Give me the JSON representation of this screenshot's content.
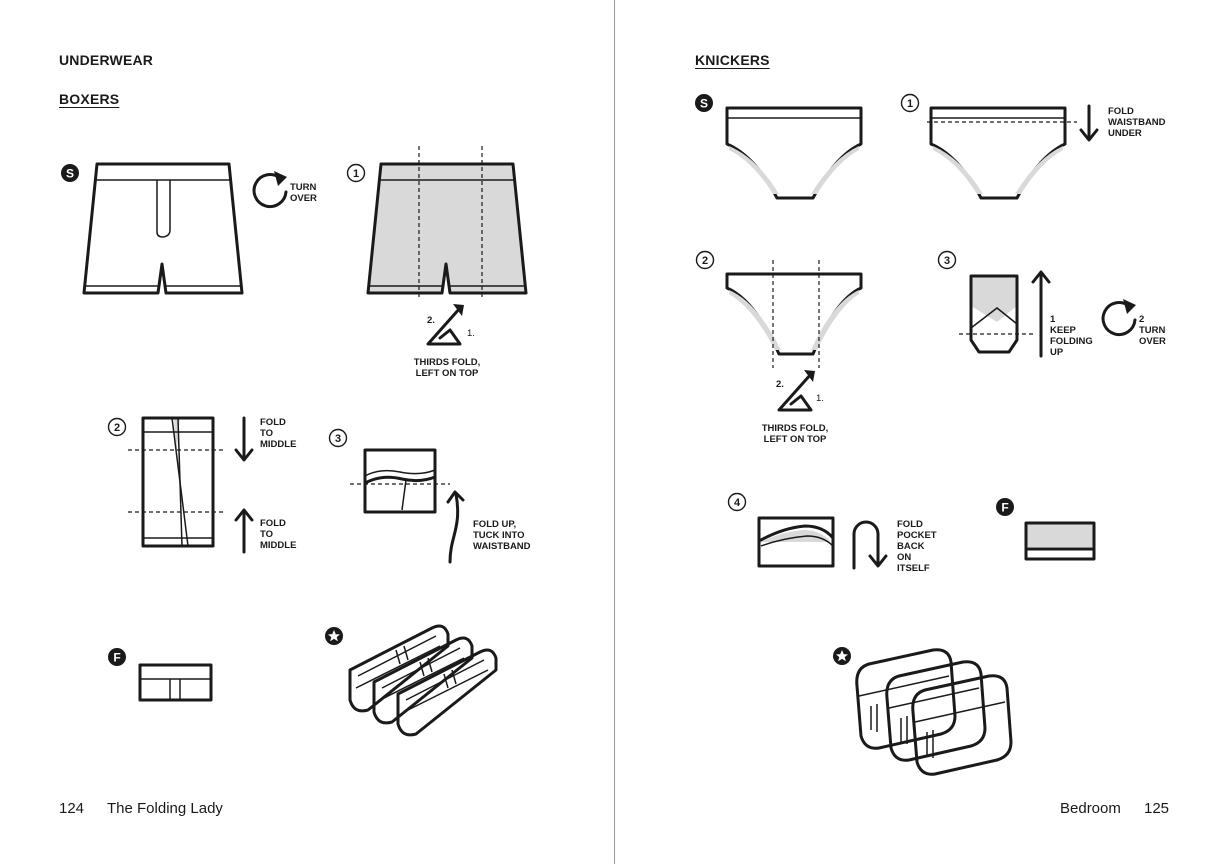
{
  "left_page": {
    "section_title": "UNDERWEAR",
    "subsection_title": "BOXERS",
    "steps": {
      "start_badge": "S",
      "turn_over": "TURN\nOVER",
      "step1_badge": "1",
      "thirds_step_2": "2.",
      "thirds_step_1": "1.",
      "thirds_fold": "THIRDS FOLD,\nLEFT ON TOP",
      "step2_badge": "2",
      "fold_to_middle_top": "FOLD\nTO\nMIDDLE",
      "fold_to_middle_bottom": "FOLD\nTO\nMIDDLE",
      "step3_badge": "3",
      "fold_up_tuck": "FOLD UP,\nTUCK INTO\nWAISTBAND",
      "finish_badge": "F"
    },
    "page_number": "124",
    "running_title": "The Folding Lady"
  },
  "right_page": {
    "subsection_title": "KNICKERS",
    "steps": {
      "start_badge": "S",
      "step1_badge": "1",
      "fold_waistband": "FOLD\nWAISTBAND\nUNDER",
      "step2_badge": "2",
      "thirds_step_2": "2.",
      "thirds_step_1": "1.",
      "thirds_fold": "THIRDS FOLD,\nLEFT ON TOP",
      "step3_badge": "3",
      "keep_folding": "1\nKEEP\nFOLDING\nUP",
      "turn_over": "2\nTURN\nOVER",
      "step4_badge": "4",
      "fold_pocket": "FOLD\nPOCKET\nBACK\nON\nITSELF",
      "finish_badge": "F"
    },
    "running_title": "Bedroom",
    "page_number": "125"
  },
  "icons": {
    "star_badge": "star-icon",
    "turn_over_arrow": "rotate-arrow-icon",
    "thirds_fold_arrow": "triangle-fold-arrow-icon"
  },
  "colors": {
    "ink": "#1a1a1a",
    "fill_gray": "#d9d9d9",
    "spine": "#9a9a9a"
  }
}
